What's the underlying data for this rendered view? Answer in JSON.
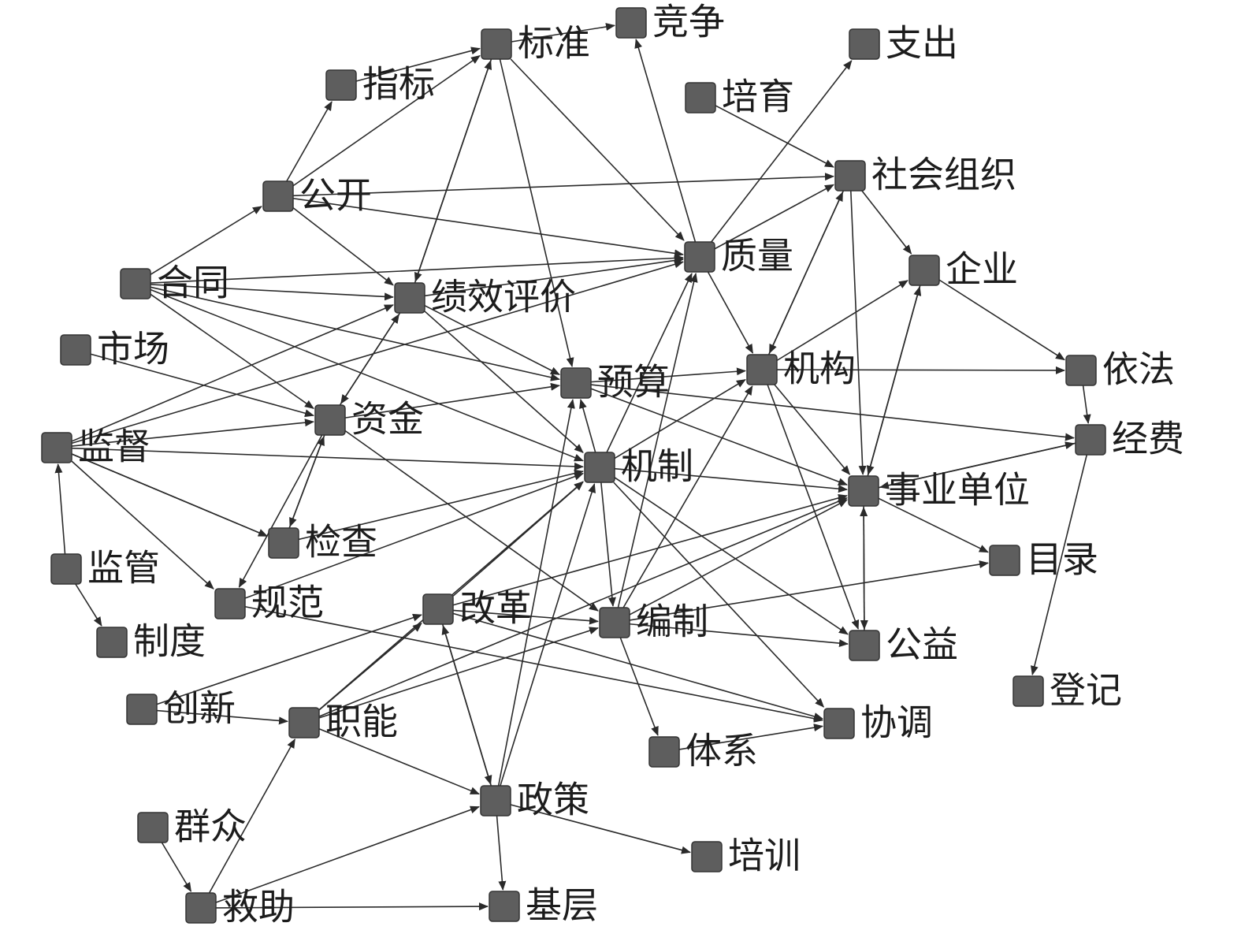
{
  "nodes": [
    {
      "id": "jingzheng",
      "label": "竞争"
    },
    {
      "id": "biaozhun",
      "label": "标准"
    },
    {
      "id": "zhichu",
      "label": "支出"
    },
    {
      "id": "zhibiao",
      "label": "指标"
    },
    {
      "id": "peiyu",
      "label": "培育"
    },
    {
      "id": "shehuizuzhi",
      "label": "社会组织"
    },
    {
      "id": "gongkai",
      "label": "公开"
    },
    {
      "id": "zhiliang",
      "label": "质量"
    },
    {
      "id": "qiye",
      "label": "企业"
    },
    {
      "id": "hetong",
      "label": "合同"
    },
    {
      "id": "jixiaopingjia",
      "label": "绩效评价"
    },
    {
      "id": "shichang",
      "label": "市场"
    },
    {
      "id": "yusuan",
      "label": "预算"
    },
    {
      "id": "jigou",
      "label": "机构"
    },
    {
      "id": "yifa",
      "label": "依法"
    },
    {
      "id": "jiandu",
      "label": "监督"
    },
    {
      "id": "zijin",
      "label": "资金"
    },
    {
      "id": "jingfei",
      "label": "经费"
    },
    {
      "id": "jizhi",
      "label": "机制"
    },
    {
      "id": "shiyedanwei",
      "label": "事业单位"
    },
    {
      "id": "jiancha",
      "label": "检查"
    },
    {
      "id": "mulu",
      "label": "目录"
    },
    {
      "id": "jianguan",
      "label": "监管"
    },
    {
      "id": "guifan",
      "label": "规范"
    },
    {
      "id": "gaige",
      "label": "改革"
    },
    {
      "id": "bianzhi",
      "label": "编制"
    },
    {
      "id": "gongyi",
      "label": "公益"
    },
    {
      "id": "zhidu",
      "label": "制度"
    },
    {
      "id": "dengji",
      "label": "登记"
    },
    {
      "id": "chuangxin",
      "label": "创新"
    },
    {
      "id": "zhineng",
      "label": "职能"
    },
    {
      "id": "xietiao",
      "label": "协调"
    },
    {
      "id": "tixi",
      "label": "体系"
    },
    {
      "id": "zhengce",
      "label": "政策"
    },
    {
      "id": "qunzhong",
      "label": "群众"
    },
    {
      "id": "peixun",
      "label": "培训"
    },
    {
      "id": "jiuzhu",
      "label": "救助"
    },
    {
      "id": "jiceng",
      "label": "基层"
    }
  ],
  "edges": [
    [
      "zhibiao",
      "biaozhun"
    ],
    [
      "biaozhun",
      "jingzheng"
    ],
    [
      "gongkai",
      "biaozhun"
    ],
    [
      "gongkai",
      "zhibiao"
    ],
    [
      "gongkai",
      "shehuizuzhi"
    ],
    [
      "gongkai",
      "jixiaopingjia"
    ],
    [
      "gongkai",
      "zhiliang"
    ],
    [
      "hetong",
      "gongkai"
    ],
    [
      "hetong",
      "jixiaopingjia"
    ],
    [
      "hetong",
      "zhiliang"
    ],
    [
      "hetong",
      "yusuan"
    ],
    [
      "hetong",
      "jizhi"
    ],
    [
      "hetong",
      "zijin"
    ],
    [
      "biaozhun",
      "jixiaopingjia"
    ],
    [
      "jixiaopingjia",
      "biaozhun"
    ],
    [
      "biaozhun",
      "yusuan"
    ],
    [
      "biaozhun",
      "zhiliang"
    ],
    [
      "zhiliang",
      "jingzheng"
    ],
    [
      "peiyu",
      "shehuizuzhi"
    ],
    [
      "zhiliang",
      "zhichu"
    ],
    [
      "zhiliang",
      "shehuizuzhi"
    ],
    [
      "zhiliang",
      "jigou"
    ],
    [
      "jixiaopingjia",
      "zhiliang"
    ],
    [
      "jixiaopingjia",
      "jizhi"
    ],
    [
      "jixiaopingjia",
      "zijin"
    ],
    [
      "zijin",
      "jixiaopingjia"
    ],
    [
      "jiandu",
      "jixiaopingjia"
    ],
    [
      "jiandu",
      "zijin"
    ],
    [
      "jiandu",
      "jizhi"
    ],
    [
      "jiandu",
      "jiancha"
    ],
    [
      "jiandu",
      "guifan"
    ],
    [
      "shichang",
      "zijin"
    ],
    [
      "jianguan",
      "jiandu"
    ],
    [
      "jianguan",
      "zhidu"
    ],
    [
      "zijin",
      "yusuan"
    ],
    [
      "zijin",
      "jiancha"
    ],
    [
      "zijin",
      "guifan"
    ],
    [
      "zijin",
      "bianzhi"
    ],
    [
      "yusuan",
      "jigou"
    ],
    [
      "yusuan",
      "shiyedanwei"
    ],
    [
      "yusuan",
      "jingfei"
    ],
    [
      "jizhi",
      "yusuan"
    ],
    [
      "jizhi",
      "zhiliang"
    ],
    [
      "jizhi",
      "jigou"
    ],
    [
      "jizhi",
      "shiyedanwei"
    ],
    [
      "jizhi",
      "bianzhi"
    ],
    [
      "jizhi",
      "xietiao"
    ],
    [
      "jiancha",
      "jizhi"
    ],
    [
      "guifan",
      "jizhi"
    ],
    [
      "jigou",
      "shehuizuzhi"
    ],
    [
      "shehuizuzhi",
      "jigou"
    ],
    [
      "jigou",
      "qiye"
    ],
    [
      "jigou",
      "yifa"
    ],
    [
      "jigou",
      "gongyi"
    ],
    [
      "jigou",
      "shiyedanwei"
    ],
    [
      "shehuizuzhi",
      "qiye"
    ],
    [
      "shehuizuzhi",
      "shiyedanwei"
    ],
    [
      "qiye",
      "yifa"
    ],
    [
      "qiye",
      "shiyedanwei"
    ],
    [
      "shiyedanwei",
      "qiye"
    ],
    [
      "jingfei",
      "shiyedanwei"
    ],
    [
      "yifa",
      "jingfei"
    ],
    [
      "jingfei",
      "dengji"
    ],
    [
      "shiyedanwei",
      "mulu"
    ],
    [
      "shiyedanwei",
      "gongyi"
    ],
    [
      "gongyi",
      "shiyedanwei"
    ],
    [
      "shiyedanwei",
      "jingfei"
    ],
    [
      "gaige",
      "jizhi"
    ],
    [
      "gaige",
      "bianzhi"
    ],
    [
      "gaige",
      "shiyedanwei"
    ],
    [
      "gaige",
      "zhengce"
    ],
    [
      "gaige",
      "xietiao"
    ],
    [
      "bianzhi",
      "jigou"
    ],
    [
      "bianzhi",
      "shiyedanwei"
    ],
    [
      "bianzhi",
      "gongyi"
    ],
    [
      "bianzhi",
      "mulu"
    ],
    [
      "bianzhi",
      "tixi"
    ],
    [
      "bianzhi",
      "zhiliang"
    ],
    [
      "zhengce",
      "jizhi"
    ],
    [
      "zhengce",
      "gaige"
    ],
    [
      "zhengce",
      "jiceng"
    ],
    [
      "zhengce",
      "peixun"
    ],
    [
      "zhengce",
      "yusuan"
    ],
    [
      "tixi",
      "xietiao"
    ],
    [
      "chuangxin",
      "zhineng"
    ],
    [
      "chuangxin",
      "gaige"
    ],
    [
      "zhineng",
      "gaige"
    ],
    [
      "zhineng",
      "bianzhi"
    ],
    [
      "zhineng",
      "zhengce"
    ],
    [
      "zhineng",
      "jizhi"
    ],
    [
      "zhineng",
      "shiyedanwei"
    ],
    [
      "qunzhong",
      "jiuzhu"
    ],
    [
      "jiuzhu",
      "zhengce"
    ],
    [
      "jiuzhu",
      "jiceng"
    ],
    [
      "jiuzhu",
      "zhineng"
    ],
    [
      "guifan",
      "xietiao"
    ],
    [
      "jiandu",
      "zhiliang"
    ],
    [
      "jiandu",
      "jiancha"
    ],
    [
      "jiancha",
      "zijin"
    ],
    [
      "jixiaopingjia",
      "yusuan"
    ],
    [
      "jizhi",
      "gongyi"
    ]
  ]
}
